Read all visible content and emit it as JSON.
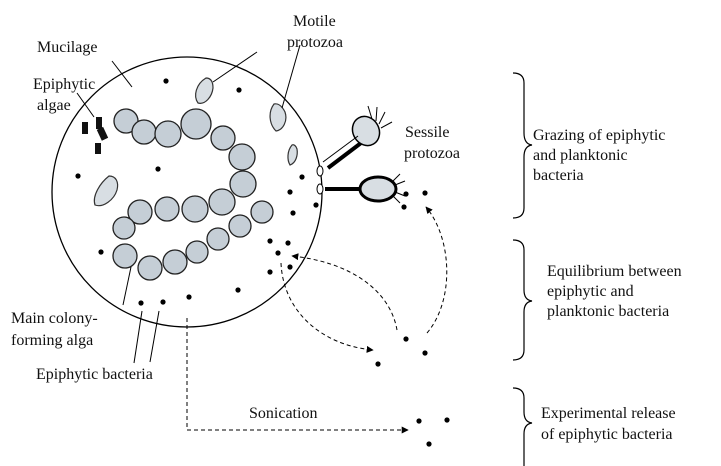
{
  "labels": {
    "mucilage": "Mucilage",
    "epiphytic_algae_1": "Epiphytic",
    "epiphytic_algae_2": "algae",
    "motile_protozoa_1": "Motile",
    "motile_protozoa_2": "protozoa",
    "sessile_protozoa_1": "Sessile",
    "sessile_protozoa_2": "protozoa",
    "main_colony_1": "Main colony-",
    "main_colony_2": "forming alga",
    "epiphytic_bacteria": "Epiphytic bacteria",
    "sonication": "Sonication"
  },
  "processes": {
    "grazing_1": "Grazing of epiphytic",
    "grazing_2": "and planktonic",
    "grazing_3": "bacteria",
    "equilibrium_1": "Equilibrium between",
    "equilibrium_2": "epiphytic and",
    "equilibrium_3": "planktonic bacteria",
    "release_1": "Experimental release",
    "release_2": "of epiphytic bacteria"
  }
}
